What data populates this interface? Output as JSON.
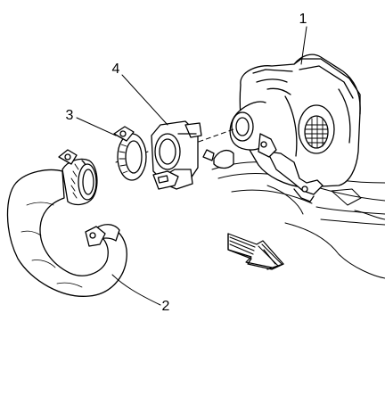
{
  "diagram": {
    "callouts": [
      {
        "id": "1",
        "label": "1"
      },
      {
        "id": "2",
        "label": "2"
      },
      {
        "id": "3",
        "label": "3"
      },
      {
        "id": "4",
        "label": "4"
      }
    ],
    "colors": {
      "line": "#000000",
      "background": "#ffffff",
      "fill": "#ffffff"
    },
    "icons": {
      "direction": "forward-arrow-icon"
    }
  }
}
